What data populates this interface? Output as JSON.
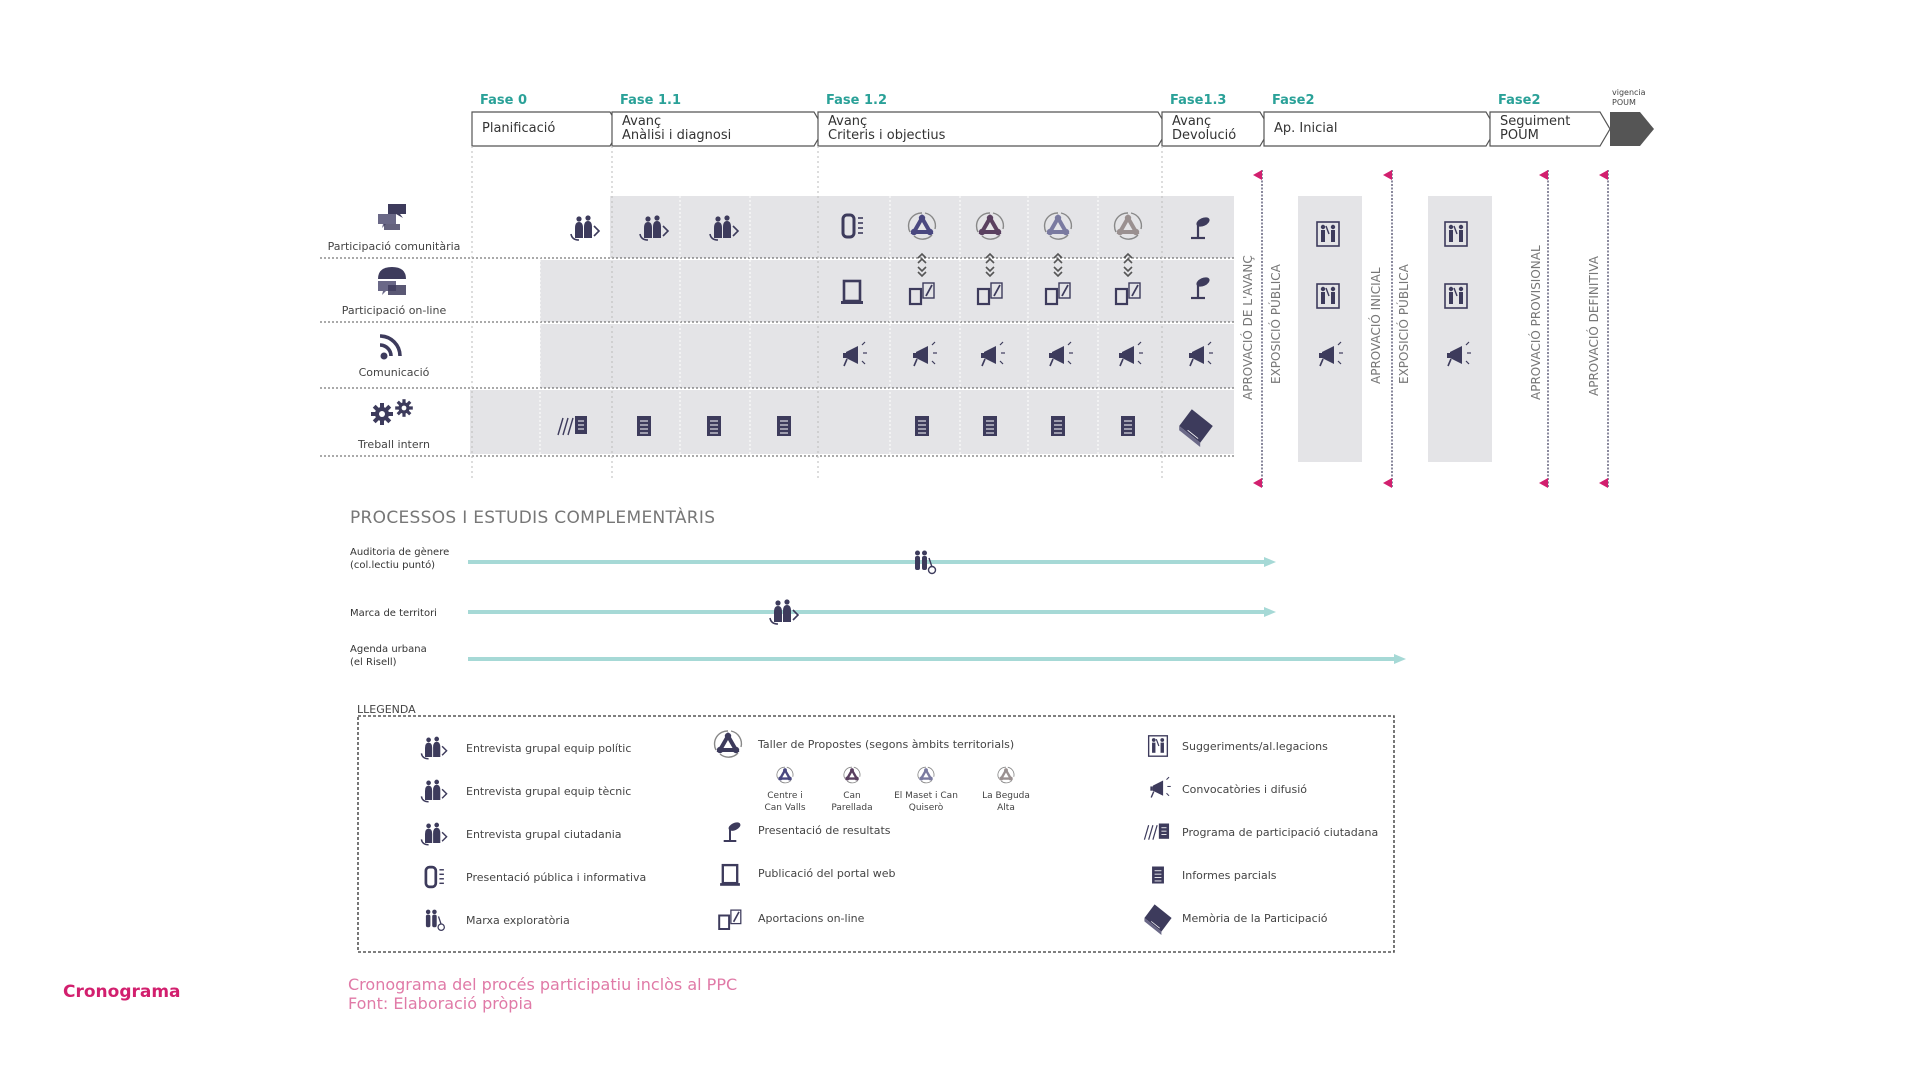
{
  "colors": {
    "teal": "#2aa198",
    "dark": "#3d3b5c",
    "gray_band": "#e4e4e7",
    "magenta": "#d21f6e",
    "arrow_teal": "#a6d9d6",
    "text_gray": "#666666",
    "legend_border": "#555555"
  },
  "phases": [
    {
      "id": "f0",
      "tag": "Fase 0",
      "lines": [
        "Planificació"
      ]
    },
    {
      "id": "f11",
      "tag": "Fase 1.1",
      "lines": [
        "Avanç",
        "Anàlisi i diagnosi"
      ]
    },
    {
      "id": "f12",
      "tag": "Fase 1.2",
      "lines": [
        "Avanç",
        "Criteris i objectius"
      ]
    },
    {
      "id": "f13",
      "tag": "Fase1.3",
      "lines": [
        "Avanç",
        "Devolució"
      ]
    },
    {
      "id": "f2a",
      "tag": "Fase2",
      "lines": [
        "Ap. Inicial"
      ]
    },
    {
      "id": "f2b",
      "tag": "Fase2",
      "lines": [
        "Seguiment",
        "POUM"
      ]
    }
  ],
  "vigencia": [
    "vigencia",
    "POUM"
  ],
  "rows": [
    {
      "id": "comunitaria",
      "label": "Participació comunitària",
      "icon": "chat-bubbles-icon"
    },
    {
      "id": "online",
      "label": "Participació on-line",
      "icon": "chat-cloud-icon"
    },
    {
      "id": "comunicacio",
      "label": "Comunicació",
      "icon": "rss-icon"
    },
    {
      "id": "intern",
      "label": "Treball intern",
      "icon": "gears-icon"
    }
  ],
  "milestones": [
    "APROVACIÓ DE L'AVANÇ",
    "EXPOSICIÓ PÚBLICA",
    "APROVACIÓ INICIAL",
    "EXPOSICIÓ PÚBLICA",
    "APROVACIÓ PROVISIONAL",
    "APROVACIÓ DEFINITIVA"
  ],
  "section_title": "PROCESSOS I ESTUDIS COMPLEMENTÀRIS",
  "processes": [
    {
      "lines": [
        "Auditoria de gènere",
        "(col.lectiu puntó)"
      ],
      "icon": "marxa-icon"
    },
    {
      "lines": [
        "Marca de territori"
      ],
      "icon": "entrevista-icon"
    },
    {
      "lines": [
        "Agenda urbana",
        "(el Risell)"
      ],
      "icon": ""
    }
  ],
  "legend": {
    "title": "LLEGENDA",
    "col1": [
      {
        "label": "Entrevista grupal equip polític",
        "icon": "entrevista-politic-icon"
      },
      {
        "label": "Entrevista grupal equip tècnic",
        "icon": "entrevista-tecnic-icon"
      },
      {
        "label": "Entrevista grupal ciutadania",
        "icon": "entrevista-ciutadania-icon"
      },
      {
        "label": "Presentació pública i informativa",
        "icon": "presentacio-publica-icon"
      },
      {
        "label": "Marxa exploratòria",
        "icon": "marxa-exploratoria-icon"
      }
    ],
    "col2": [
      {
        "label": "Taller de Propostes (segons àmbits territorials)",
        "icon": "taller-icon"
      },
      {
        "label": "Presentació de resultats",
        "icon": "presentacio-resultats-icon"
      },
      {
        "label": "Publicació del portal web",
        "icon": "portal-web-icon"
      },
      {
        "label": "Aportacions on-line",
        "icon": "aportacions-icon"
      }
    ],
    "taller_areas": [
      [
        "Centre i",
        "Can Valls"
      ],
      [
        "Can",
        "Parellada"
      ],
      [
        "El Maset i Can",
        "Quiserò"
      ],
      [
        "La Beguda",
        "Alta"
      ]
    ],
    "col3": [
      {
        "label": "Suggeriments/al.legacions",
        "icon": "suggeriments-icon"
      },
      {
        "label": "Convocatòries i difusió",
        "icon": "megaphone-icon"
      },
      {
        "label": "Programa de participació ciutadana",
        "icon": "programa-icon"
      },
      {
        "label": "Informes parcials",
        "icon": "informe-icon"
      },
      {
        "label": "Memòria de la Participació",
        "icon": "memoria-icon"
      }
    ]
  },
  "side_title": "Cronograma",
  "caption": [
    "Cronograma del procés participatiu inclòs al PPC",
    "Font: Elaboració pròpia"
  ]
}
